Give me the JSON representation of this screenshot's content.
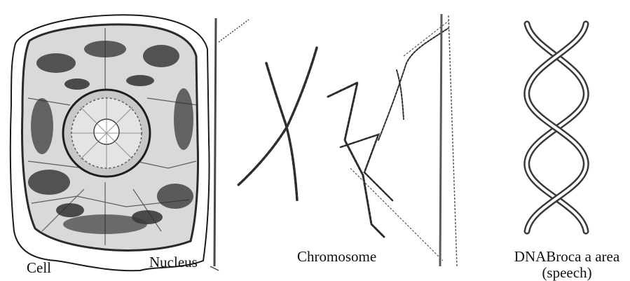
{
  "labels": {
    "cell": "Cell",
    "nucleus": "Nucleus",
    "chromosome": "Chromosome",
    "dna": "DNABroca a area",
    "dna_sub": "(speech)"
  },
  "colors": {
    "ink": "#1a1a1a",
    "shade": "#4a4a4a",
    "light": "#9a9a9a"
  }
}
